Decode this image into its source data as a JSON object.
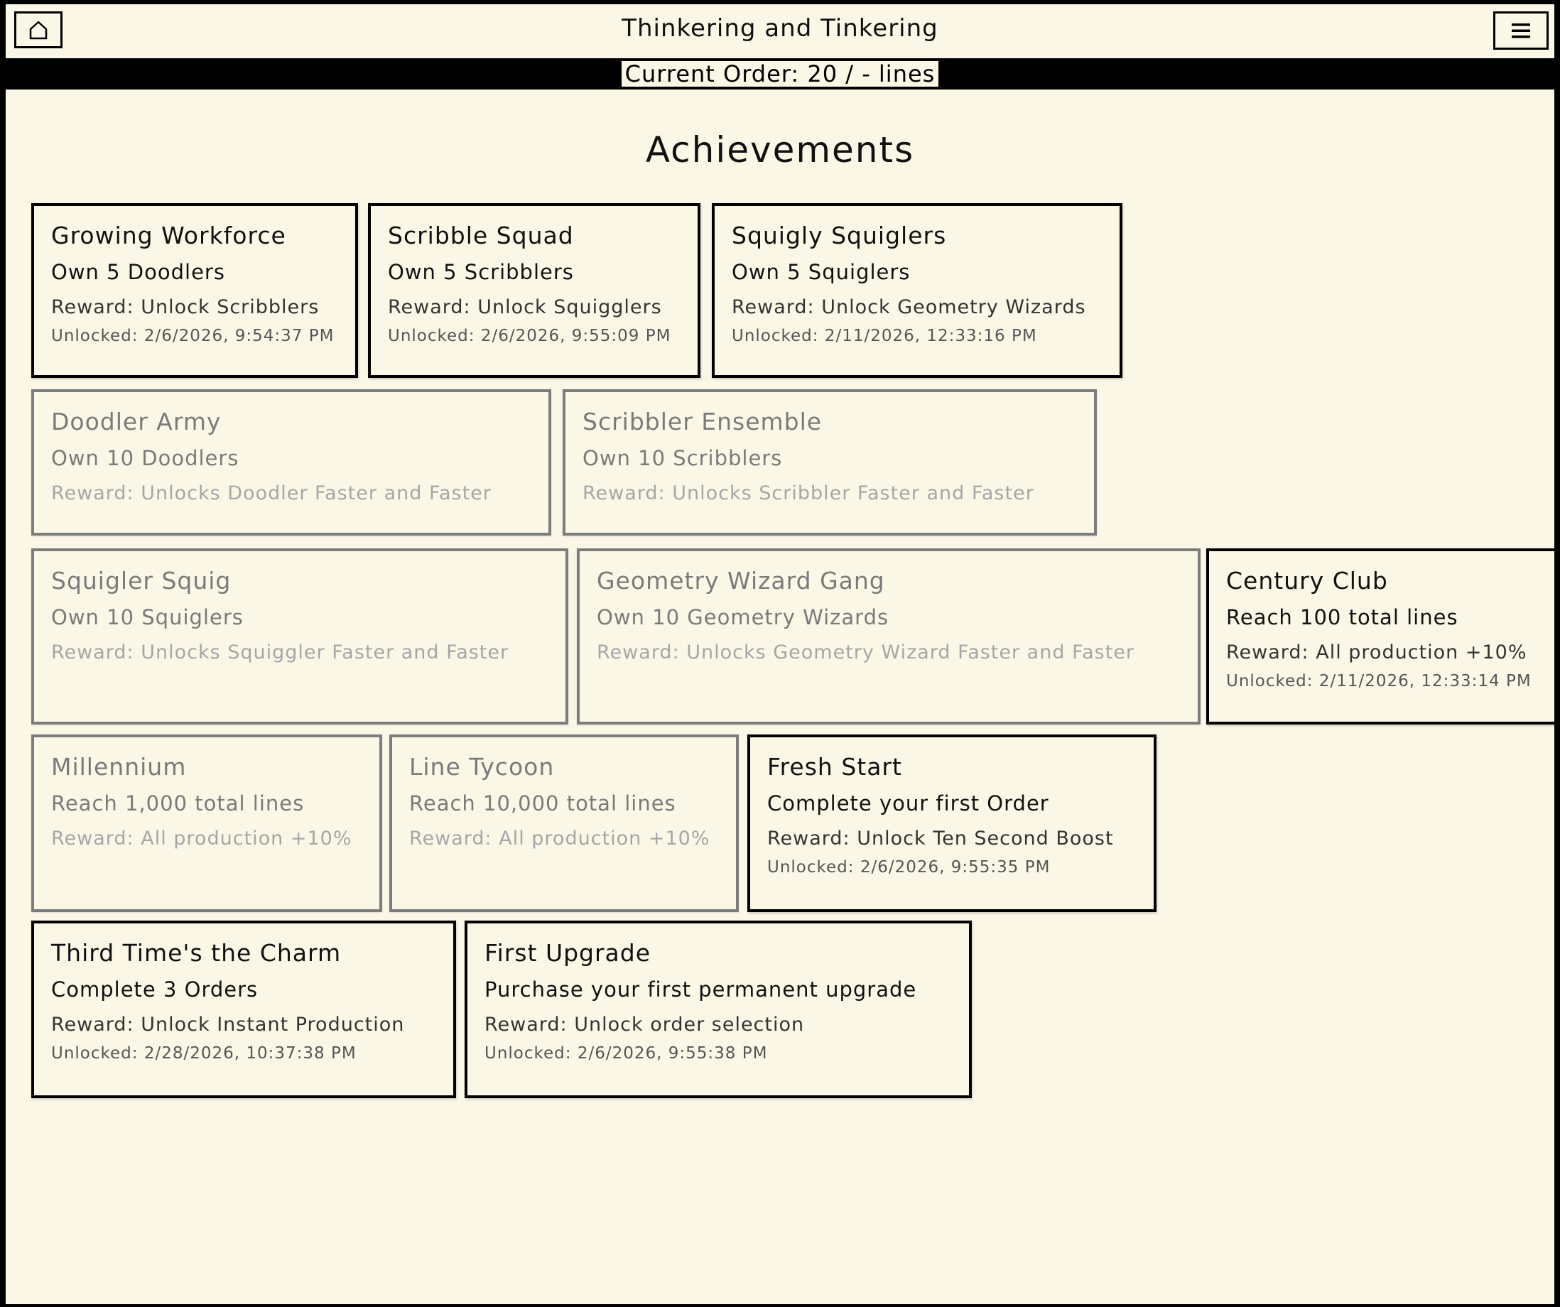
{
  "header": {
    "title": "Thinkering and Tinkering",
    "home_icon": "home-icon",
    "menu_icon": "hamburger-menu-icon"
  },
  "order_bar": {
    "text": "Current Order: 20 / - lines"
  },
  "page": {
    "heading": "Achievements"
  },
  "achievements": [
    {
      "title": "Growing Workforce",
      "desc": "Own 5 Doodlers",
      "reward": "Reward: Unlock Scribblers",
      "unlocked": "Unlocked: 2/6/2026, 9:54:37 PM",
      "status": "unlocked"
    },
    {
      "title": "Scribble Squad",
      "desc": "Own 5 Scribblers",
      "reward": "Reward: Unlock Squigglers",
      "unlocked": "Unlocked: 2/6/2026, 9:55:09 PM",
      "status": "unlocked"
    },
    {
      "title": "Squigly Squiglers",
      "desc": "Own 5 Squiglers",
      "reward": "Reward: Unlock Geometry Wizards",
      "unlocked": "Unlocked: 2/11/2026, 12:33:16 PM",
      "status": "unlocked"
    },
    {
      "title": "Doodler Army",
      "desc": "Own 10 Doodlers",
      "reward": "Reward: Unlocks Doodler Faster and Faster",
      "unlocked": "",
      "status": "locked"
    },
    {
      "title": "Scribbler Ensemble",
      "desc": "Own 10 Scribblers",
      "reward": "Reward: Unlocks Scribbler Faster and Faster",
      "unlocked": "",
      "status": "locked"
    },
    {
      "title": "Squigler Squig",
      "desc": "Own 10 Squiglers",
      "reward": "Reward: Unlocks Squiggler Faster and Faster",
      "unlocked": "",
      "status": "locked"
    },
    {
      "title": "Geometry Wizard Gang",
      "desc": "Own 10 Geometry Wizards",
      "reward": "Reward: Unlocks Geometry Wizard Faster and Faster",
      "unlocked": "",
      "status": "locked"
    },
    {
      "title": "Century Club",
      "desc": "Reach 100 total lines",
      "reward": "Reward: All production +10%",
      "unlocked": "Unlocked: 2/11/2026, 12:33:14 PM",
      "status": "unlocked"
    },
    {
      "title": "Millennium",
      "desc": "Reach 1,000 total lines",
      "reward": "Reward: All production +10%",
      "unlocked": "",
      "status": "locked"
    },
    {
      "title": "Line Tycoon",
      "desc": "Reach 10,000 total lines",
      "reward": "Reward: All production +10%",
      "unlocked": "",
      "status": "locked"
    },
    {
      "title": "Fresh Start",
      "desc": "Complete your first Order",
      "reward": "Reward: Unlock Ten Second Boost",
      "unlocked": "Unlocked: 2/6/2026, 9:55:35 PM",
      "status": "unlocked"
    },
    {
      "title": "Third Time's the Charm",
      "desc": "Complete 3 Orders",
      "reward": "Reward: Unlock Instant Production",
      "unlocked": "Unlocked: 2/28/2026, 10:37:38 PM",
      "status": "unlocked"
    },
    {
      "title": "First Upgrade",
      "desc": "Purchase your first permanent upgrade",
      "reward": "Reward: Unlock order selection",
      "unlocked": "Unlocked: 2/6/2026, 9:55:38 PM",
      "status": "unlocked"
    }
  ]
}
